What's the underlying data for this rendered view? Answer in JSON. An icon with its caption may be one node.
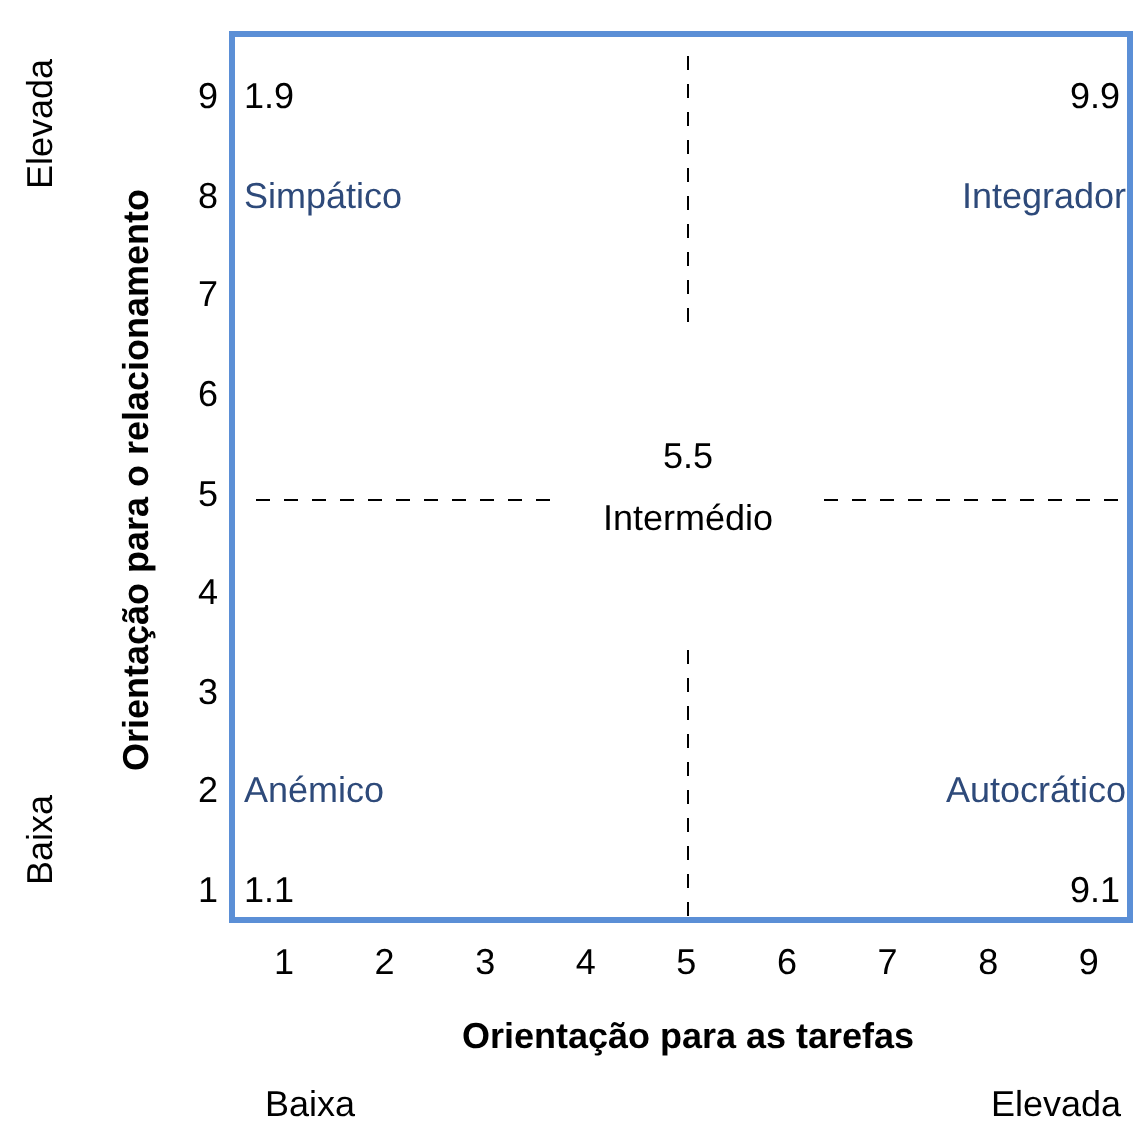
{
  "diagram": {
    "labels": [
      "Elevada",
      "Baixa",
      "Orientação para o relacionamento",
      "9",
      "8",
      "7",
      "6",
      "5",
      "4",
      "3",
      "2",
      "1",
      "1.9",
      "9.9",
      "Simpático",
      "Integrador",
      "5.5",
      "Intermédio",
      "Anémico",
      "Autocrático",
      "1.1",
      "9.1",
      "1",
      "2",
      "3",
      "4",
      "5",
      "6",
      "7",
      "8",
      "9",
      "Orientação para as tarefas",
      "Baixa",
      "Elevada"
    ]
  }
}
